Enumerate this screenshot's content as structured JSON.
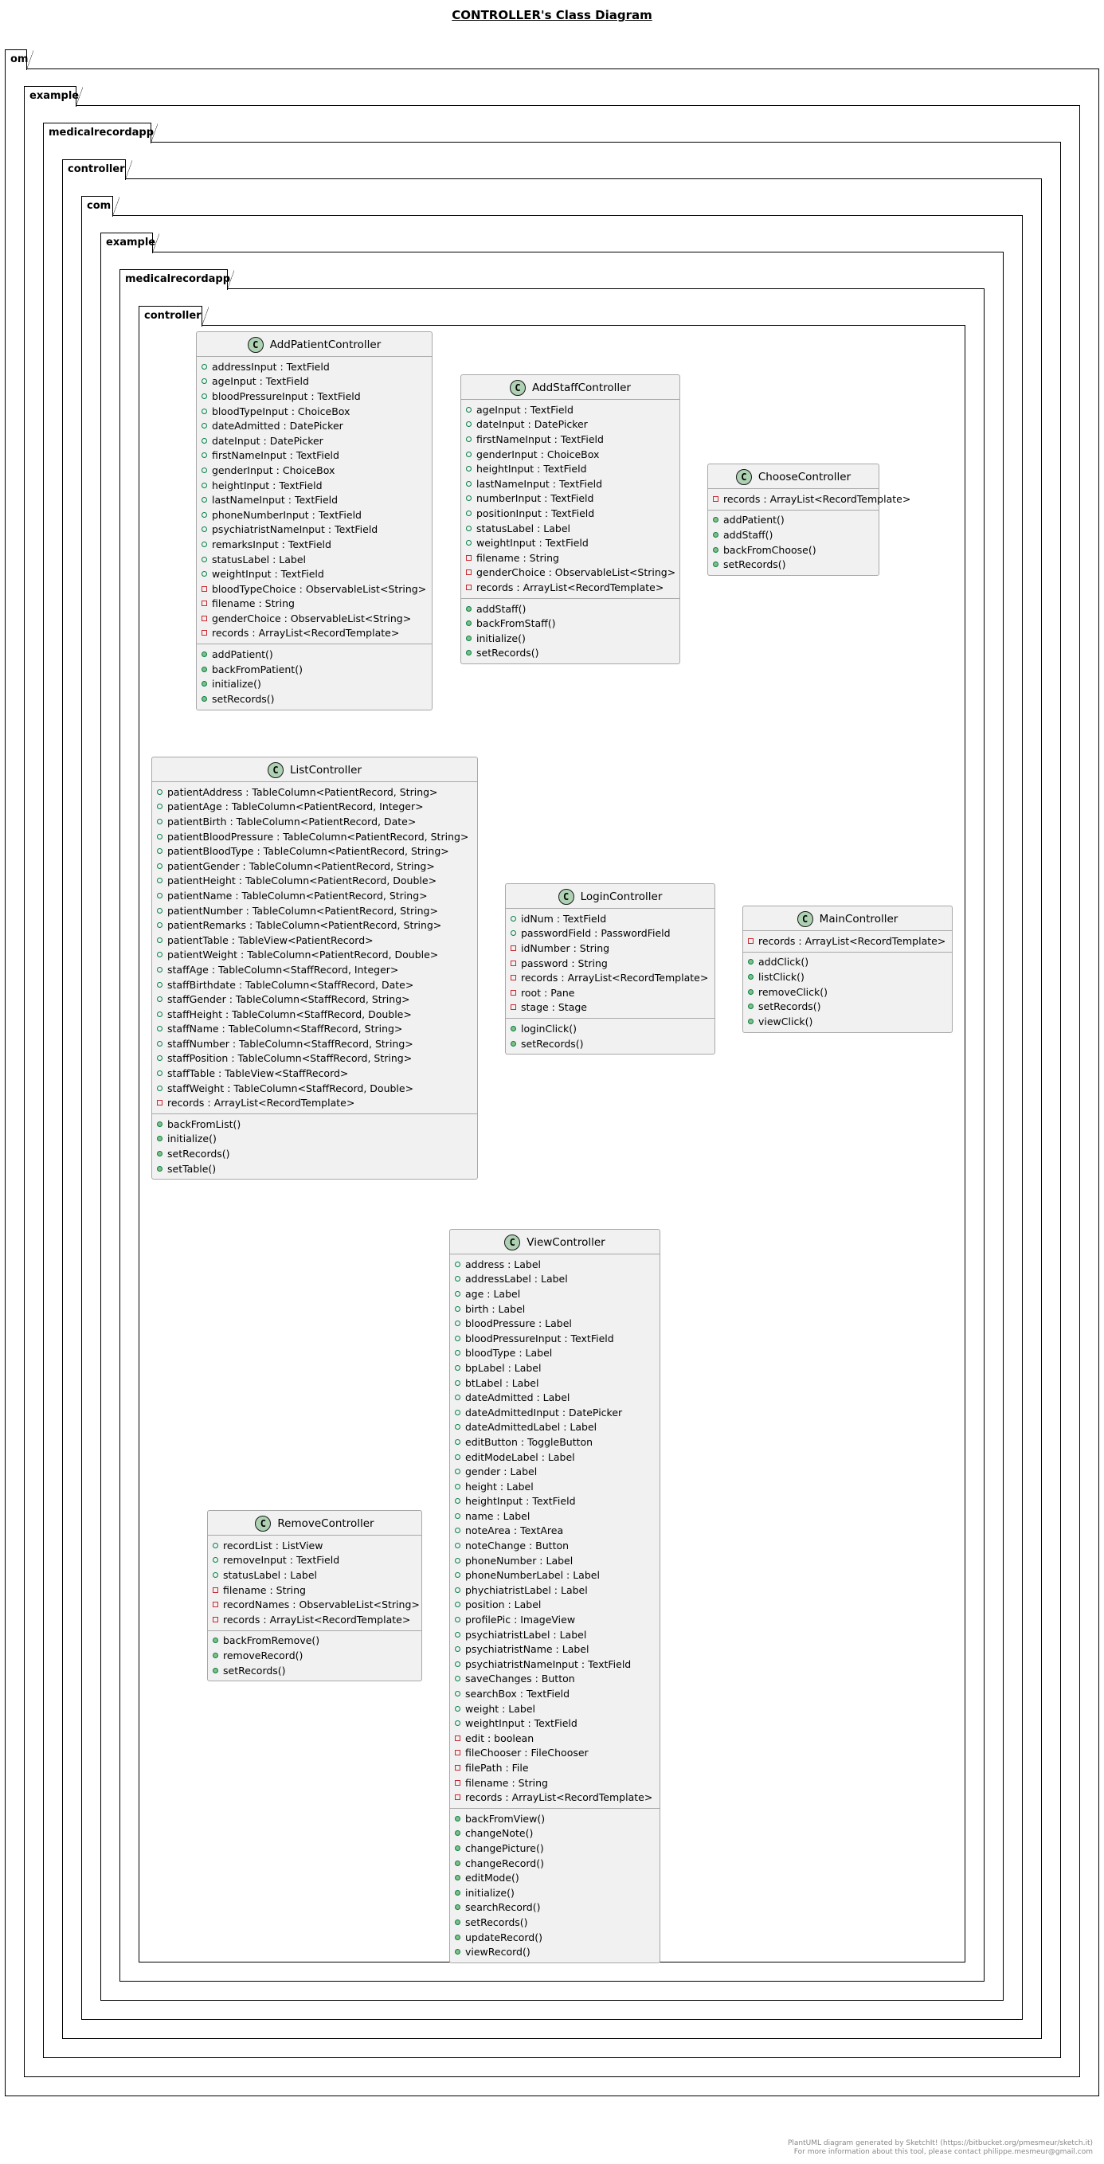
{
  "diagram_title": "CONTROLLER's Class Diagram",
  "packages": [
    "om",
    "example",
    "medicalrecordapp",
    "controller",
    "com",
    "example",
    "medicalrecordapp",
    "controller"
  ],
  "footer": {
    "line1": "PlantUML diagram generated by SketchIt! (https://bitbucket.org/pmesmeur/sketch.it)",
    "line2": "For more information about this tool, please contact philippe.mesmeur@gmail.com"
  },
  "classes": [
    {
      "name": "AddPatientController",
      "fields": [
        [
          "+",
          "addressInput : TextField"
        ],
        [
          "+",
          "ageInput : TextField"
        ],
        [
          "+",
          "bloodPressureInput : TextField"
        ],
        [
          "+",
          "bloodTypeInput : ChoiceBox"
        ],
        [
          "+",
          "dateAdmitted : DatePicker"
        ],
        [
          "+",
          "dateInput : DatePicker"
        ],
        [
          "+",
          "firstNameInput : TextField"
        ],
        [
          "+",
          "genderInput : ChoiceBox"
        ],
        [
          "+",
          "heightInput : TextField"
        ],
        [
          "+",
          "lastNameInput : TextField"
        ],
        [
          "+",
          "phoneNumberInput : TextField"
        ],
        [
          "+",
          "psychiatristNameInput : TextField"
        ],
        [
          "+",
          "remarksInput : TextField"
        ],
        [
          "+",
          "statusLabel : Label"
        ],
        [
          "+",
          "weightInput : TextField"
        ],
        [
          "-",
          "bloodTypeChoice : ObservableList<String>"
        ],
        [
          "-",
          "filename : String"
        ],
        [
          "-",
          "genderChoice : ObservableList<String>"
        ],
        [
          "-",
          "records : ArrayList<RecordTemplate>"
        ]
      ],
      "methods": [
        "addPatient()",
        "backFromPatient()",
        "initialize()",
        "setRecords()"
      ]
    },
    {
      "name": "AddStaffController",
      "fields": [
        [
          "+",
          "ageInput : TextField"
        ],
        [
          "+",
          "dateInput : DatePicker"
        ],
        [
          "+",
          "firstNameInput : TextField"
        ],
        [
          "+",
          "genderInput : ChoiceBox"
        ],
        [
          "+",
          "heightInput : TextField"
        ],
        [
          "+",
          "lastNameInput : TextField"
        ],
        [
          "+",
          "numberInput : TextField"
        ],
        [
          "+",
          "positionInput : TextField"
        ],
        [
          "+",
          "statusLabel : Label"
        ],
        [
          "+",
          "weightInput : TextField"
        ],
        [
          "-",
          "filename : String"
        ],
        [
          "-",
          "genderChoice : ObservableList<String>"
        ],
        [
          "-",
          "records : ArrayList<RecordTemplate>"
        ]
      ],
      "methods": [
        "addStaff()",
        "backFromStaff()",
        "initialize()",
        "setRecords()"
      ]
    },
    {
      "name": "ChooseController",
      "fields": [
        [
          "-",
          "records : ArrayList<RecordTemplate>"
        ]
      ],
      "methods": [
        "addPatient()",
        "addStaff()",
        "backFromChoose()",
        "setRecords()"
      ]
    },
    {
      "name": "ListController",
      "fields": [
        [
          "+",
          "patientAddress : TableColumn<PatientRecord, String>"
        ],
        [
          "+",
          "patientAge : TableColumn<PatientRecord, Integer>"
        ],
        [
          "+",
          "patientBirth : TableColumn<PatientRecord, Date>"
        ],
        [
          "+",
          "patientBloodPressure : TableColumn<PatientRecord, String>"
        ],
        [
          "+",
          "patientBloodType : TableColumn<PatientRecord, String>"
        ],
        [
          "+",
          "patientGender : TableColumn<PatientRecord, String>"
        ],
        [
          "+",
          "patientHeight : TableColumn<PatientRecord, Double>"
        ],
        [
          "+",
          "patientName : TableColumn<PatientRecord, String>"
        ],
        [
          "+",
          "patientNumber : TableColumn<PatientRecord, String>"
        ],
        [
          "+",
          "patientRemarks : TableColumn<PatientRecord, String>"
        ],
        [
          "+",
          "patientTable : TableView<PatientRecord>"
        ],
        [
          "+",
          "patientWeight : TableColumn<PatientRecord, Double>"
        ],
        [
          "+",
          "staffAge : TableColumn<StaffRecord, Integer>"
        ],
        [
          "+",
          "staffBirthdate : TableColumn<StaffRecord, Date>"
        ],
        [
          "+",
          "staffGender : TableColumn<StaffRecord, String>"
        ],
        [
          "+",
          "staffHeight : TableColumn<StaffRecord, Double>"
        ],
        [
          "+",
          "staffName : TableColumn<StaffRecord, String>"
        ],
        [
          "+",
          "staffNumber : TableColumn<StaffRecord, String>"
        ],
        [
          "+",
          "staffPosition : TableColumn<StaffRecord, String>"
        ],
        [
          "+",
          "staffTable : TableView<StaffRecord>"
        ],
        [
          "+",
          "staffWeight : TableColumn<StaffRecord, Double>"
        ],
        [
          "-",
          "records : ArrayList<RecordTemplate>"
        ]
      ],
      "methods": [
        "backFromList()",
        "initialize()",
        "setRecords()",
        "setTable()"
      ]
    },
    {
      "name": "LoginController",
      "fields": [
        [
          "+",
          "idNum : TextField"
        ],
        [
          "+",
          "passwordField : PasswordField"
        ],
        [
          "-",
          "idNumber : String"
        ],
        [
          "-",
          "password : String"
        ],
        [
          "-",
          "records : ArrayList<RecordTemplate>"
        ],
        [
          "-",
          "root : Pane"
        ],
        [
          "-",
          "stage : Stage"
        ]
      ],
      "methods": [
        "loginClick()",
        "setRecords()"
      ]
    },
    {
      "name": "MainController",
      "fields": [
        [
          "-",
          "records : ArrayList<RecordTemplate>"
        ]
      ],
      "methods": [
        "addClick()",
        "listClick()",
        "removeClick()",
        "setRecords()",
        "viewClick()"
      ]
    },
    {
      "name": "RemoveController",
      "fields": [
        [
          "+",
          "recordList : ListView"
        ],
        [
          "+",
          "removeInput : TextField"
        ],
        [
          "+",
          "statusLabel : Label"
        ],
        [
          "-",
          "filename : String"
        ],
        [
          "-",
          "recordNames : ObservableList<String>"
        ],
        [
          "-",
          "records : ArrayList<RecordTemplate>"
        ]
      ],
      "methods": [
        "backFromRemove()",
        "removeRecord()",
        "setRecords()"
      ]
    },
    {
      "name": "ViewController",
      "fields": [
        [
          "+",
          "address : Label"
        ],
        [
          "+",
          "addressLabel : Label"
        ],
        [
          "+",
          "age : Label"
        ],
        [
          "+",
          "birth : Label"
        ],
        [
          "+",
          "bloodPressure : Label"
        ],
        [
          "+",
          "bloodPressureInput : TextField"
        ],
        [
          "+",
          "bloodType : Label"
        ],
        [
          "+",
          "bpLabel : Label"
        ],
        [
          "+",
          "btLabel : Label"
        ],
        [
          "+",
          "dateAdmitted : Label"
        ],
        [
          "+",
          "dateAdmittedInput : DatePicker"
        ],
        [
          "+",
          "dateAdmittedLabel : Label"
        ],
        [
          "+",
          "editButton : ToggleButton"
        ],
        [
          "+",
          "editModeLabel : Label"
        ],
        [
          "+",
          "gender : Label"
        ],
        [
          "+",
          "height : Label"
        ],
        [
          "+",
          "heightInput : TextField"
        ],
        [
          "+",
          "name : Label"
        ],
        [
          "+",
          "noteArea : TextArea"
        ],
        [
          "+",
          "noteChange : Button"
        ],
        [
          "+",
          "phoneNumber : Label"
        ],
        [
          "+",
          "phoneNumberLabel : Label"
        ],
        [
          "+",
          "phychiatristLabel : Label"
        ],
        [
          "+",
          "position : Label"
        ],
        [
          "+",
          "profilePic : ImageView"
        ],
        [
          "+",
          "psychiatristLabel : Label"
        ],
        [
          "+",
          "psychiatristName : Label"
        ],
        [
          "+",
          "psychiatristNameInput : TextField"
        ],
        [
          "+",
          "saveChanges : Button"
        ],
        [
          "+",
          "searchBox : TextField"
        ],
        [
          "+",
          "weight : Label"
        ],
        [
          "+",
          "weightInput : TextField"
        ],
        [
          "-",
          "edit : boolean"
        ],
        [
          "-",
          "fileChooser : FileChooser"
        ],
        [
          "-",
          "filePath : File"
        ],
        [
          "-",
          "filename : String"
        ],
        [
          "-",
          "records : ArrayList<RecordTemplate>"
        ]
      ],
      "methods": [
        "backFromView()",
        "changeNote()",
        "changePicture()",
        "changeRecord()",
        "editMode()",
        "initialize()",
        "searchRecord()",
        "setRecords()",
        "updateRecord()",
        "viewRecord()"
      ]
    }
  ]
}
